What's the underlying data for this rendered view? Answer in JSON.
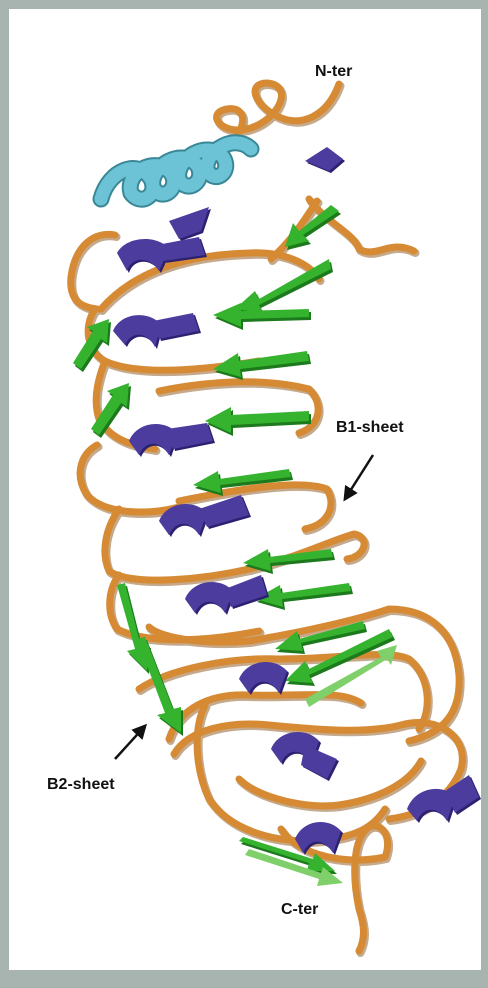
{
  "labels": {
    "n_ter": "N-ter",
    "b1_sheet": "B1-sheet",
    "b2_sheet": "B2-sheet",
    "c_ter": "C-ter"
  },
  "colors": {
    "frame": "#a7b4b0",
    "background": "#ffffff",
    "coil": "#d58a33",
    "coil_shadow": "#8c5518",
    "sheet": "#35b32f",
    "sheet_shadow": "#1c7a1c",
    "helix": "#4b3c9e",
    "helix_shadow": "#2c2170",
    "n_helix": "#6cc3d5",
    "n_helix_shadow": "#3a8797"
  },
  "icons": [
    "arrow-pointer-icon"
  ]
}
